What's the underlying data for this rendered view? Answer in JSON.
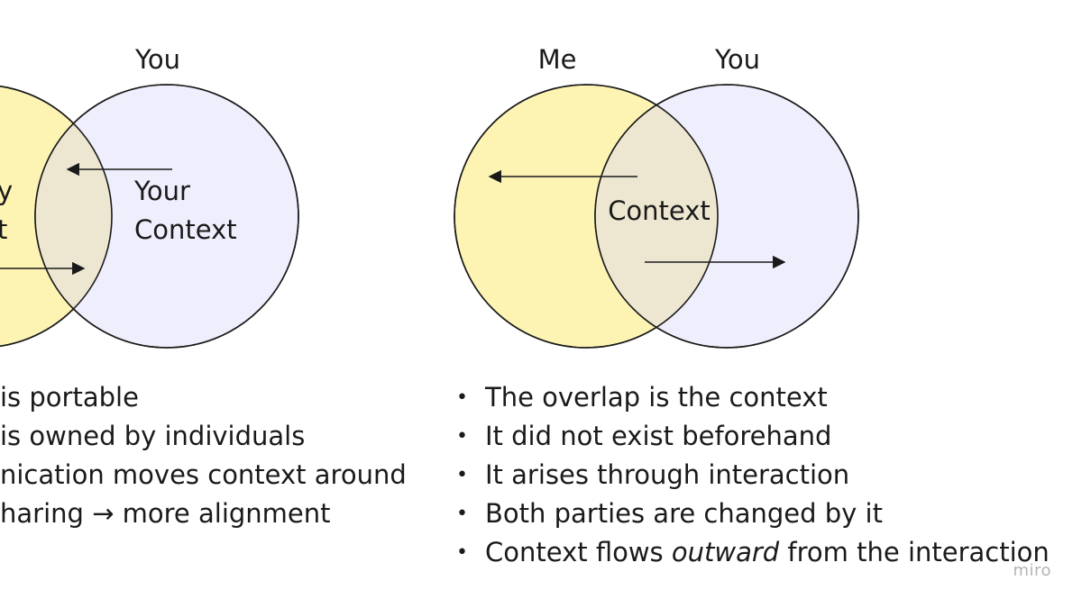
{
  "left_diagram": {
    "labels": {
      "you": "You"
    },
    "context_left": [
      "y",
      "t"
    ],
    "context_right": [
      "Your",
      "Context"
    ]
  },
  "right_diagram": {
    "labels": {
      "me": "Me",
      "you": "You"
    },
    "context": "Context"
  },
  "left_bullets": [
    " is portable",
    " is owned by individuals",
    "nication moves context around",
    "haring → more alignment"
  ],
  "right_bullets": [
    {
      "text": "The overlap is the context"
    },
    {
      "text": "It did not exist beforehand"
    },
    {
      "text": "It arises through interaction"
    },
    {
      "text": "Both parties are changed by it"
    },
    {
      "before": "Context flows ",
      "emph": "outward",
      "after": " from the interaction"
    }
  ],
  "watermark": "miro",
  "colors": {
    "me_fill": "#fdf4b4",
    "you_fill": "#efeefc",
    "overlap_fill": "#ede7d2",
    "stroke": "#1a1a1a"
  }
}
